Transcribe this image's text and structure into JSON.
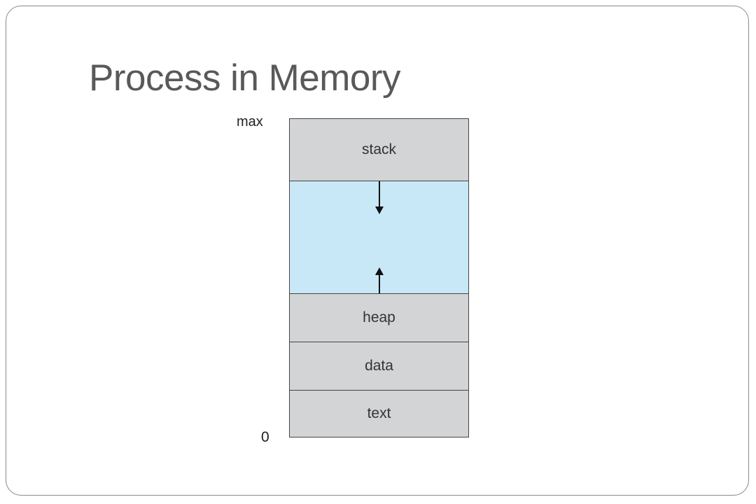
{
  "slide": {
    "title": "Process in Memory"
  },
  "diagram": {
    "label_top": "max",
    "label_bottom": "0",
    "segments": {
      "stack": "stack",
      "heap": "heap",
      "data": "data",
      "text": "text"
    },
    "colors": {
      "segment_fill": "#d3d4d6",
      "free_space_fill": "#c8e8f8",
      "title_color": "#595959"
    }
  }
}
